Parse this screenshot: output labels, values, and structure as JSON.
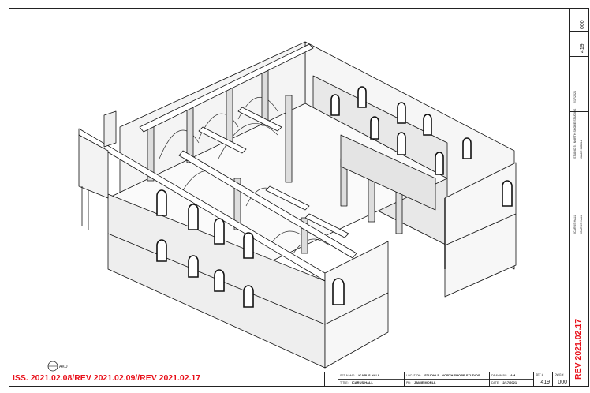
{
  "issue_line": "ISS. 2021.02.08/REV 2021.02.09//REV 2021.02.17",
  "revision_vertical": "REV 2021.02.17",
  "title_block": {
    "set_name_label": "SET NAME:",
    "set_name": "ICARUS HALL",
    "title_label": "TITLE:",
    "title": "ICARUS HALL",
    "location_label": "LOCATION:",
    "location": "STUDIO 5 - NORTH SHORE STUDIOS",
    "pd_label": "PD:",
    "pd": "JAMIE MORLL",
    "drawn_by_label": "DRAWN BY:",
    "drawn_by": "AM",
    "date_label": "DATE:",
    "date": "2/17/2021",
    "set_no_label": "SET #",
    "set_no": "419",
    "dwg_no_label": "DWG #",
    "dwg_no": "000"
  },
  "north_arrow_label": "AXO"
}
